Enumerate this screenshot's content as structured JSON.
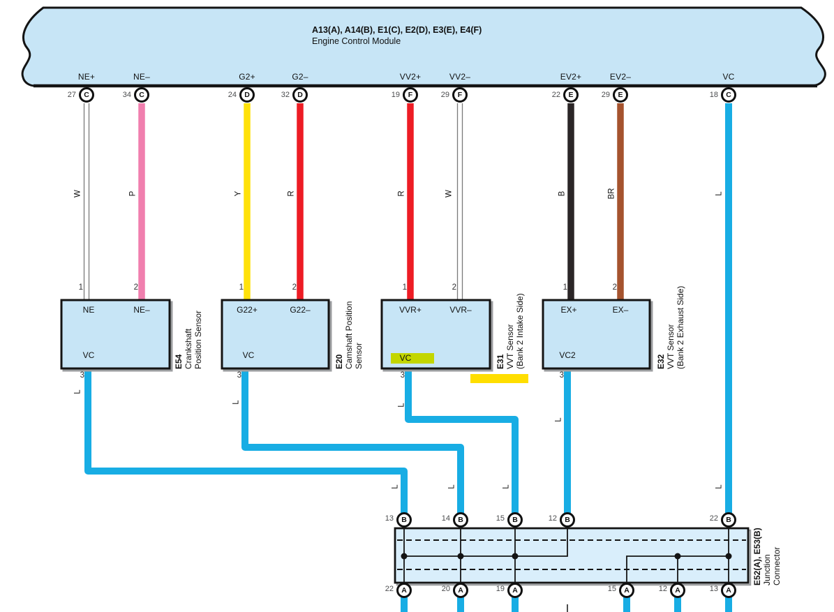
{
  "colors": {
    "wire_W": "#ffffff",
    "wire_P": "#f07fae",
    "wire_Y": "#ffe10a",
    "wire_R": "#ed1c24",
    "wire_B": "#2b2627",
    "wire_BR": "#a5532e",
    "wire_L": "#18ade4",
    "module_fill": "#c7e5f6",
    "junction_fill": "#d9eefb",
    "highlight_green": "#c3d600",
    "highlight_yellow": "#ffde00"
  },
  "ecm": {
    "title": "A13(A), A14(B), E1(C), E2(D), E3(E), E4(F)",
    "subtitle": "Engine Control Module",
    "pins": [
      {
        "label": "NE+",
        "terminal": "27",
        "connector": "C",
        "color": "W"
      },
      {
        "label": "NE–",
        "terminal": "34",
        "connector": "C",
        "color": "P"
      },
      {
        "label": "G2+",
        "terminal": "24",
        "connector": "D",
        "color": "Y"
      },
      {
        "label": "G2–",
        "terminal": "32",
        "connector": "D",
        "color": "R"
      },
      {
        "label": "VV2+",
        "terminal": "19",
        "connector": "F",
        "color": "R"
      },
      {
        "label": "VV2–",
        "terminal": "29",
        "connector": "F",
        "color": "W"
      },
      {
        "label": "EV2+",
        "terminal": "22",
        "connector": "E",
        "color": "B"
      },
      {
        "label": "EV2–",
        "terminal": "29",
        "connector": "E",
        "color": "BR"
      },
      {
        "label": "VC",
        "terminal": "18",
        "connector": "C",
        "color": "L"
      }
    ]
  },
  "sensors": [
    {
      "id": "E54",
      "name1": "Crankshaft",
      "name2": "Position Sensor",
      "pin1_num": "1",
      "pin1_label": "NE",
      "pin2_num": "2",
      "pin2_label": "NE–",
      "pin3_num": "3",
      "pin3_label": "VC",
      "pin3_color": "L"
    },
    {
      "id": "E20",
      "name1": "Camshaft Position",
      "name2": "Sensor",
      "pin1_num": "1",
      "pin1_label": "G22+",
      "pin2_num": "2",
      "pin2_label": "G22–",
      "pin3_num": "3",
      "pin3_label": "VC",
      "pin3_color": "L"
    },
    {
      "id": "E31",
      "name1": "VVT Sensor",
      "name2": "(Bank 2 Intake Side)",
      "pin1_num": "1",
      "pin1_label": "VVR+",
      "pin2_num": "2",
      "pin2_label": "VVR–",
      "pin3_num": "3",
      "pin3_label": "VC",
      "pin3_color": "L"
    },
    {
      "id": "E32",
      "name1": "VVT Sensor",
      "name2": "(Bank 2 Exhaust Side)",
      "pin1_num": "1",
      "pin1_label": "EX+",
      "pin2_num": "2",
      "pin2_label": "EX–",
      "pin3_num": "3",
      "pin3_label": "VC2",
      "pin3_color": "L"
    }
  ],
  "junction": {
    "id": "E52(A), E53(B)",
    "name1": "Junction",
    "name2": "Connector",
    "top_pins": [
      {
        "terminal": "13",
        "connector": "B",
        "color": "L"
      },
      {
        "terminal": "14",
        "connector": "B",
        "color": "L"
      },
      {
        "terminal": "15",
        "connector": "B",
        "color": "L"
      },
      {
        "terminal": "12",
        "connector": "B",
        "color": "L"
      },
      {
        "terminal": "22",
        "connector": "B",
        "color": "L"
      }
    ],
    "bottom_pins": [
      {
        "terminal": "22",
        "connector": "A"
      },
      {
        "terminal": "20",
        "connector": "A"
      },
      {
        "terminal": "19",
        "connector": "A"
      },
      {
        "terminal": "15",
        "connector": "A"
      },
      {
        "terminal": "12",
        "connector": "A"
      },
      {
        "terminal": "13",
        "connector": "A"
      }
    ]
  }
}
